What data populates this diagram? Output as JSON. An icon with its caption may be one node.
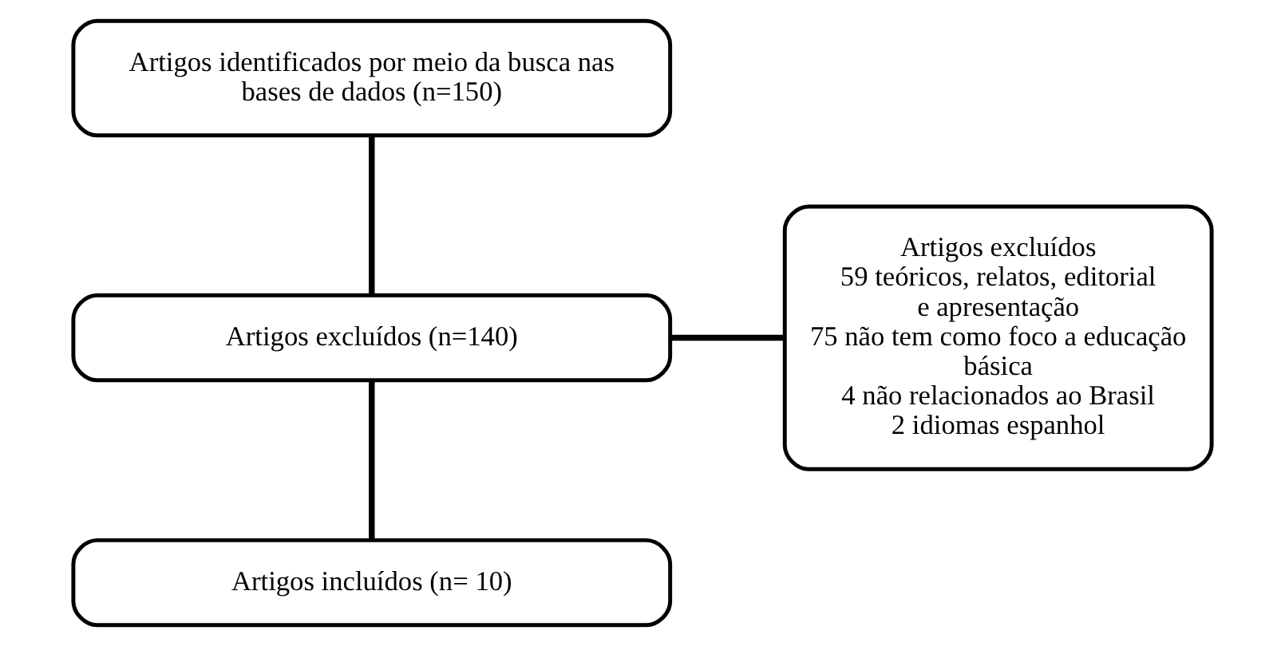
{
  "diagram": {
    "nodes": [
      {
        "text": [
          "Artigos identificados por meio da busca nas bases de dados (n=150)"
        ]
      },
      {
        "text": [
          "Artigos excluídos (n=140)"
        ]
      },
      {
        "text": [
          "Artigos incluídos (n= 10)"
        ]
      },
      {
        "text": [
          "Artigos excluídos",
          "59 teóricos, relatos, editorial e apresentação",
          "75 não tem como foco a educação básica",
          "4 não relacionados ao Brasil",
          "2 idiomas espanhol"
        ]
      }
    ],
    "edges": [
      {
        "from": 0,
        "to": 1,
        "arrow": "none"
      },
      {
        "from": 1,
        "to": 2,
        "arrow": "none"
      },
      {
        "from": 1,
        "to": 3,
        "arrow": "none"
      }
    ]
  }
}
